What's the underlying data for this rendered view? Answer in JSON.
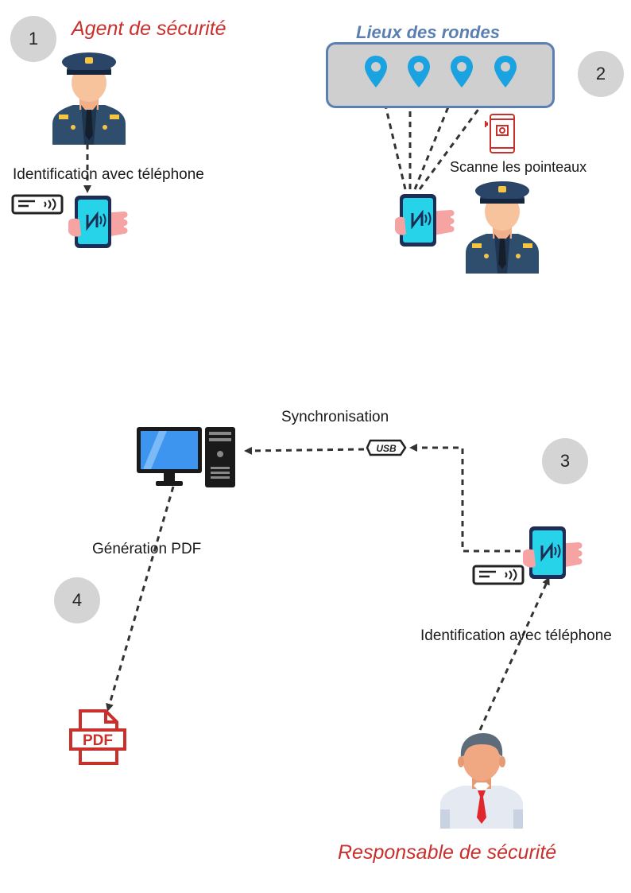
{
  "steps": {
    "s1": "1",
    "s2": "2",
    "s3": "3",
    "s4": "4"
  },
  "labels": {
    "agent": "Agent de sécurité",
    "places": "Lieux des rondes",
    "id_phone_1": "Identification avec téléphone",
    "scan": "Scanne les pointeaux",
    "sync": "Synchronisation",
    "usb": "USB",
    "pdf_gen": "Génération PDF",
    "id_phone_2": "Identification avec téléphone",
    "pdf_icon": "PDF",
    "manager": "Responsable de sécurité"
  },
  "icons": [
    "agent-icon",
    "phone-nfc-icon",
    "nfc-card-icon",
    "location-pin-icon",
    "scan-phone-icon",
    "computer-icon",
    "usb-icon",
    "pdf-file-icon",
    "manager-icon"
  ],
  "colors": {
    "role": "#c9302c",
    "places": "#5b7fb0",
    "badge": "#d4d4d4",
    "arrow": "#333333",
    "pin": "#1aa3e0"
  }
}
